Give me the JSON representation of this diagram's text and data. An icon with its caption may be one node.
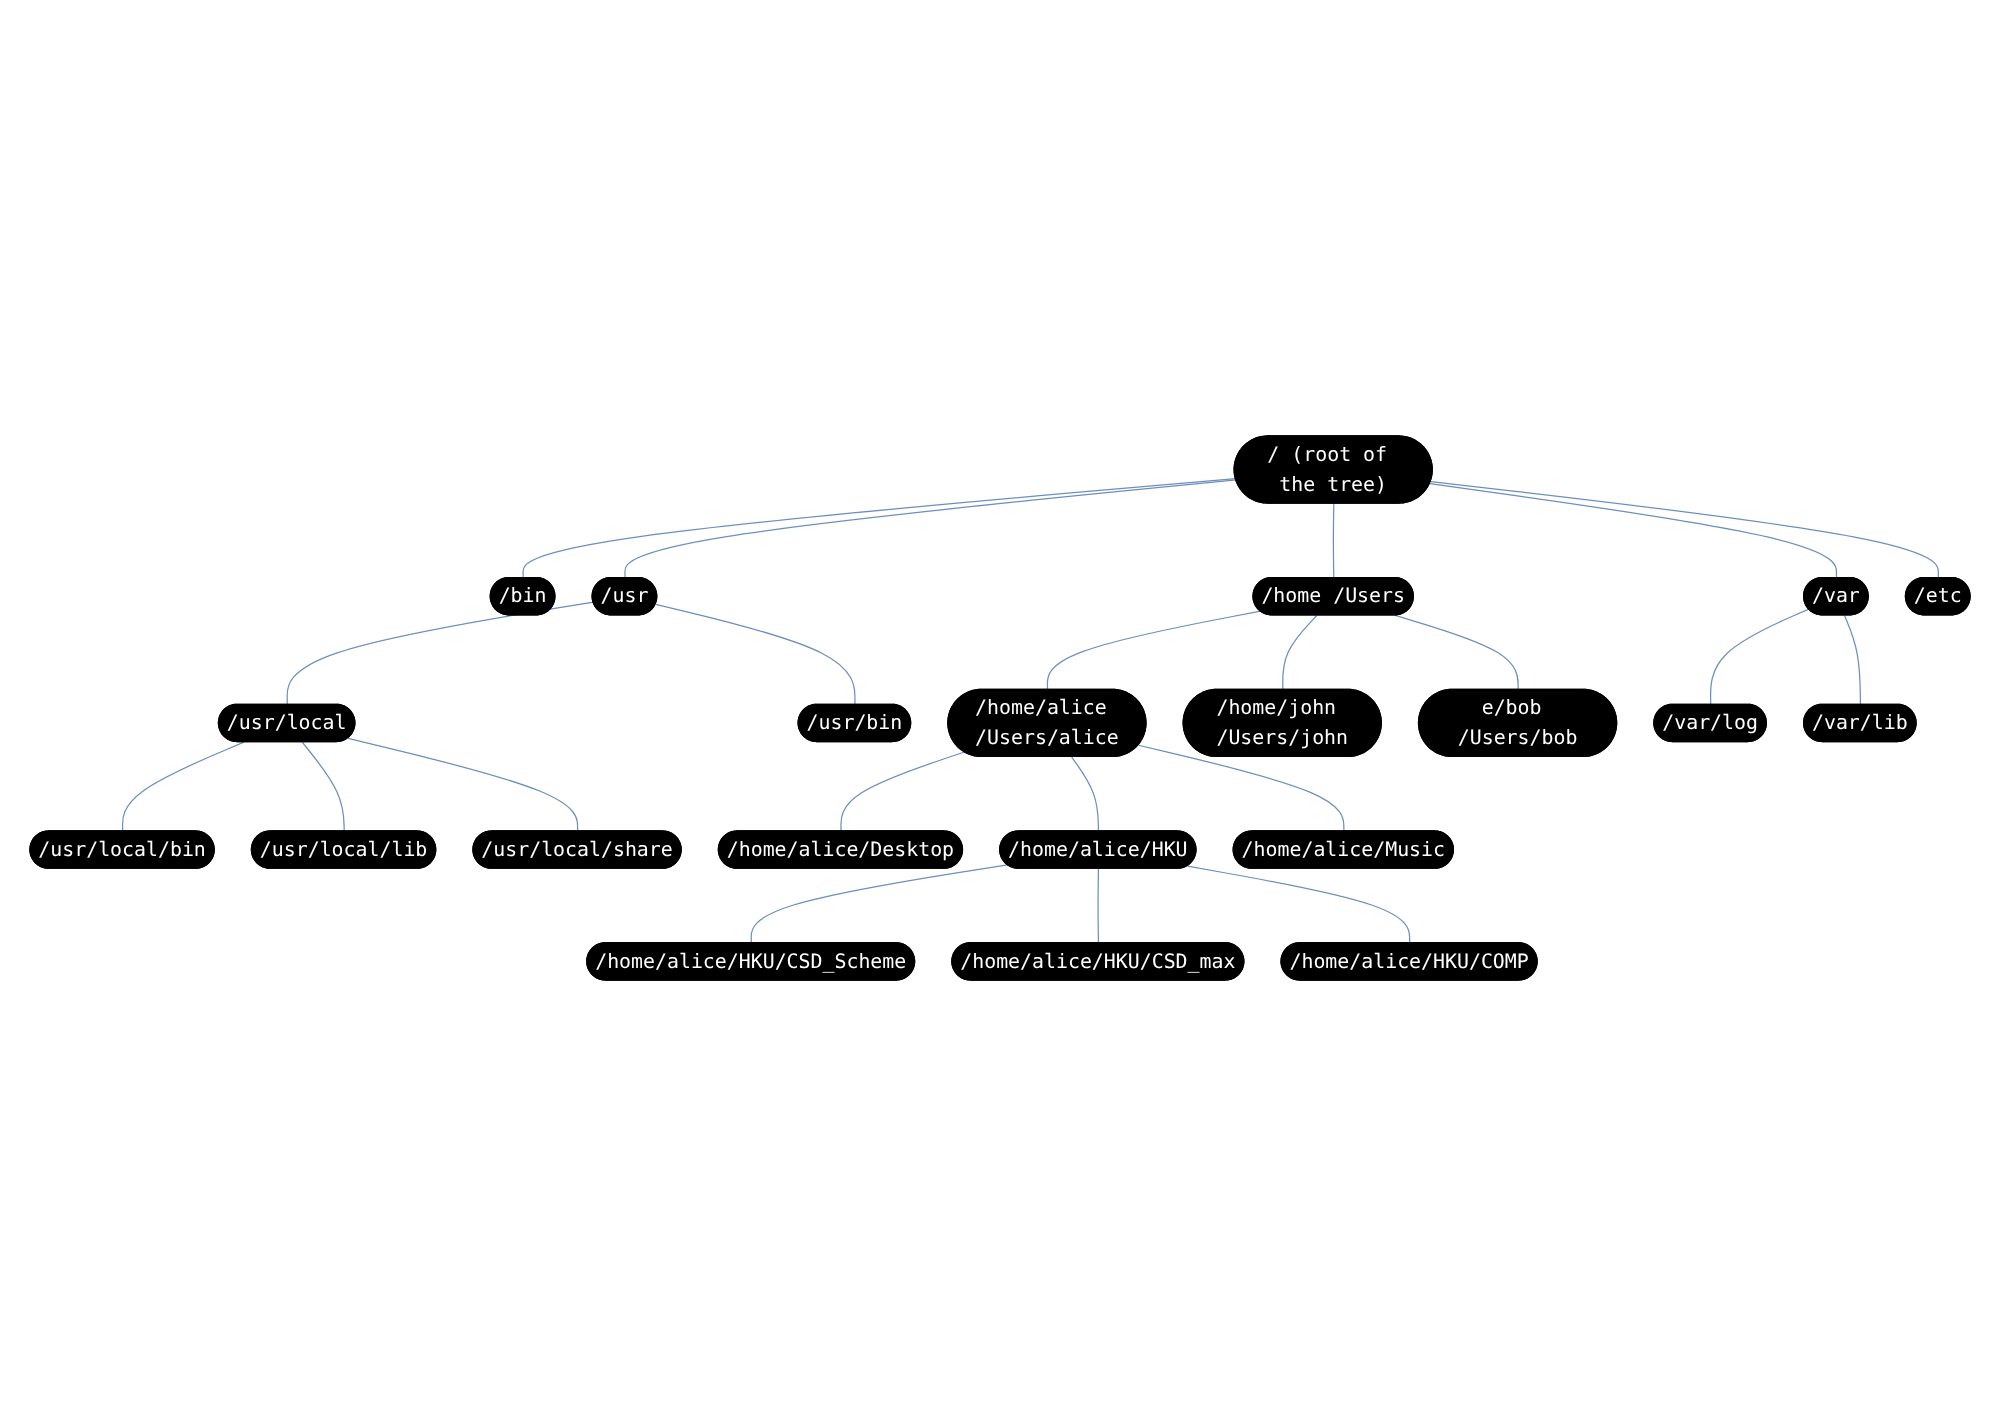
{
  "diagram": {
    "nodes": [
      {
        "text": [
          "/ (root of the tree)"
        ]
      },
      {
        "text": [
          "/bin"
        ]
      },
      {
        "text": [
          "/usr"
        ]
      },
      {
        "text": [
          "/home /Users"
        ]
      },
      {
        "text": [
          "/var"
        ]
      },
      {
        "text": [
          "/etc"
        ]
      },
      {
        "text": [
          "/usr/local"
        ]
      },
      {
        "text": [
          "/usr/bin"
        ]
      },
      {
        "text": [
          "/home/alice /Users/alice"
        ]
      },
      {
        "text": [
          "/home/john /Users/john"
        ]
      },
      {
        "text": [
          "e/bob /Users/bob"
        ]
      },
      {
        "text": [
          "/var/log"
        ]
      },
      {
        "text": [
          "/var/lib"
        ]
      },
      {
        "text": [
          "/usr/local/bin"
        ]
      },
      {
        "text": [
          "/usr/local/lib"
        ]
      },
      {
        "text": [
          "/usr/local/share"
        ]
      },
      {
        "text": [
          "/home/alice/Desktop"
        ]
      },
      {
        "text": [
          "/home/alice/HKU"
        ]
      },
      {
        "text": [
          "/home/alice/Music"
        ]
      },
      {
        "text": [
          "/home/alice/HKU/CSD_Scheme"
        ]
      },
      {
        "text": [
          "/home/alice/HKU/CSD_max"
        ]
      },
      {
        "text": [
          "/home/alice/HKU/COMP"
        ]
      }
    ],
    "edges": [
      {
        "from": 0,
        "to": 1,
        "arrow": "none"
      },
      {
        "from": 0,
        "to": 2,
        "arrow": "none"
      },
      {
        "from": 0,
        "to": 3,
        "arrow": "none"
      },
      {
        "from": 0,
        "to": 4,
        "arrow": "none"
      },
      {
        "from": 0,
        "to": 5,
        "arrow": "none"
      },
      {
        "from": 2,
        "to": 6,
        "arrow": "none"
      },
      {
        "from": 2,
        "to": 7,
        "arrow": "none"
      },
      {
        "from": 3,
        "to": 8,
        "arrow": "none"
      },
      {
        "from": 3,
        "to": 9,
        "arrow": "none"
      },
      {
        "from": 3,
        "to": 10,
        "arrow": "none"
      },
      {
        "from": 4,
        "to": 11,
        "arrow": "none"
      },
      {
        "from": 4,
        "to": 12,
        "arrow": "none"
      },
      {
        "from": 6,
        "to": 13,
        "arrow": "none"
      },
      {
        "from": 6,
        "to": 14,
        "arrow": "none"
      },
      {
        "from": 6,
        "to": 15,
        "arrow": "none"
      },
      {
        "from": 8,
        "to": 16,
        "arrow": "none"
      },
      {
        "from": 8,
        "to": 17,
        "arrow": "none"
      },
      {
        "from": 8,
        "to": 18,
        "arrow": "none"
      },
      {
        "from": 17,
        "to": 19,
        "arrow": "none"
      },
      {
        "from": 17,
        "to": 20,
        "arrow": "none"
      },
      {
        "from": 17,
        "to": 21,
        "arrow": "none"
      }
    ]
  }
}
